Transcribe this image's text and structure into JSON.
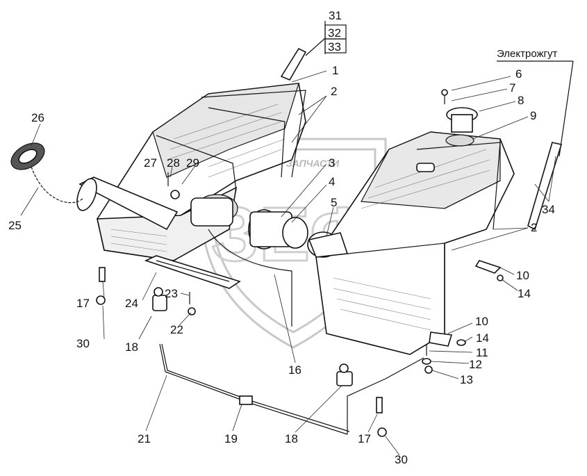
{
  "callouts": [
    {
      "id": "c31",
      "text": "31"
    },
    {
      "id": "c32",
      "text": "32"
    },
    {
      "id": "c33",
      "text": "33"
    },
    {
      "id": "c1",
      "text": "1"
    },
    {
      "id": "c2a",
      "text": "2"
    },
    {
      "id": "c26",
      "text": "26"
    },
    {
      "id": "c27",
      "text": "27"
    },
    {
      "id": "c28",
      "text": "28"
    },
    {
      "id": "c29",
      "text": "29"
    },
    {
      "id": "c3",
      "text": "3"
    },
    {
      "id": "c4",
      "text": "4"
    },
    {
      "id": "c5",
      "text": "5"
    },
    {
      "id": "c25",
      "text": "25"
    },
    {
      "id": "c6",
      "text": "6"
    },
    {
      "id": "c7",
      "text": "7"
    },
    {
      "id": "c8",
      "text": "8"
    },
    {
      "id": "c9",
      "text": "9"
    },
    {
      "id": "c34",
      "text": "34"
    },
    {
      "id": "c2b",
      "text": "2"
    },
    {
      "id": "c10a",
      "text": "10"
    },
    {
      "id": "c14a",
      "text": "14"
    },
    {
      "id": "c17a",
      "text": "17"
    },
    {
      "id": "c24",
      "text": "24"
    },
    {
      "id": "c23",
      "text": "23"
    },
    {
      "id": "c30a",
      "text": "30"
    },
    {
      "id": "c22",
      "text": "22"
    },
    {
      "id": "c18a",
      "text": "18"
    },
    {
      "id": "c16",
      "text": "16"
    },
    {
      "id": "c10b",
      "text": "10"
    },
    {
      "id": "c14b",
      "text": "14"
    },
    {
      "id": "c11",
      "text": "11"
    },
    {
      "id": "c12",
      "text": "12"
    },
    {
      "id": "c13",
      "text": "13"
    },
    {
      "id": "c21",
      "text": "21"
    },
    {
      "id": "c19",
      "text": "19"
    },
    {
      "id": "c18b",
      "text": "18"
    },
    {
      "id": "c17b",
      "text": "17"
    },
    {
      "id": "c30b",
      "text": "30"
    }
  ],
  "harness_label": "Электрожгут",
  "watermark_text": "ЗАПЧАСТИ",
  "watermark_letters": "ЗЕФ"
}
